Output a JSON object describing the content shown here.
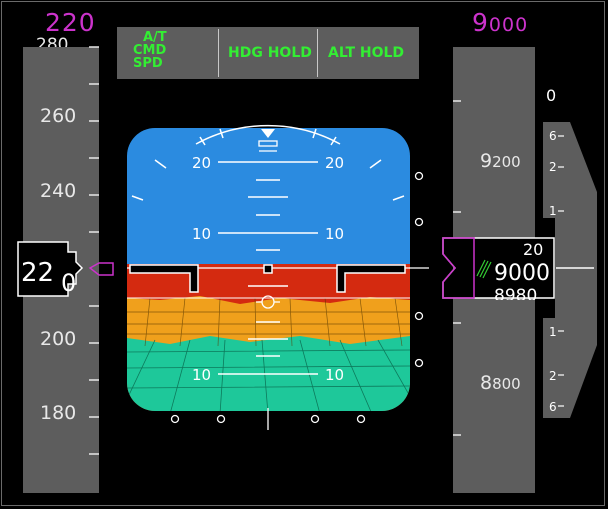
{
  "speed": {
    "selected": "220",
    "tape_labels": [
      "260",
      "240",
      "200",
      "180"
    ],
    "top_partial": "280",
    "readout_main": "22",
    "readout_roll": "0"
  },
  "altitude": {
    "selected": "9000",
    "tape_labels": [
      "9200",
      "8800"
    ],
    "readout_top": "20",
    "readout_main": "9000",
    "readout_bottom": "8980"
  },
  "fma": {
    "autothrottle_line1": "A/T",
    "autothrottle_line2": "CMD",
    "autothrottle_line3": "SPD",
    "roll_mode": "HDG HOLD",
    "pitch_mode": "ALT HOLD"
  },
  "attitude": {
    "pitch_labels": [
      "20",
      "10",
      "10"
    ]
  },
  "vsi": {
    "top_label": "0",
    "scale_labels": [
      "6",
      "2",
      "1",
      "1",
      "2",
      "6"
    ]
  },
  "colors": {
    "sky": "#2b8be0",
    "ground_red": "#d42a10",
    "ground_orange": "#f0a01c",
    "ground_green": "#1ec89a",
    "tape_gray": "#5d5d5d",
    "magenta": "#cc33cc",
    "fma_green": "#33ee33"
  }
}
